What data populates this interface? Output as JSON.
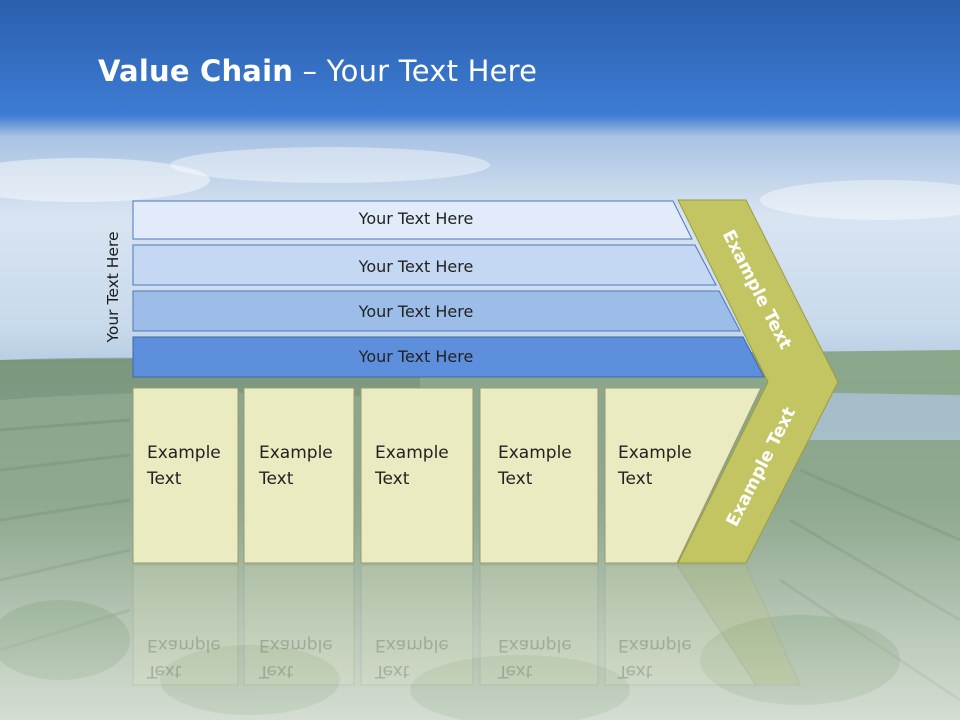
{
  "slide": {
    "title_bold": "Value Chain",
    "title_rest": " – Your Text Here",
    "vertical_label": "Your Text Here"
  },
  "rows": [
    {
      "label": "Your Text Here",
      "color": "#e1ebf9"
    },
    {
      "label": "Your Text Here",
      "color": "#c4d8f3"
    },
    {
      "label": "Your Text Here",
      "color": "#9dbde9"
    },
    {
      "label": "Your Text Here",
      "color": "#5e8fdc"
    }
  ],
  "cells": [
    {
      "line1": "Example",
      "line2": "Text"
    },
    {
      "line1": "Example",
      "line2": "Text"
    },
    {
      "line1": "Example",
      "line2": "Text"
    },
    {
      "line1": "Example",
      "line2": "Text"
    },
    {
      "line1": "Example",
      "line2": "Text"
    }
  ],
  "chevron": {
    "upper_label": "Example Text",
    "lower_label": "Example Text",
    "color": "#c3c462"
  },
  "colors": {
    "cell_fill": "#ebebc1",
    "sky_top": "#2e65b5",
    "sky_band": "#3f7fd6"
  }
}
